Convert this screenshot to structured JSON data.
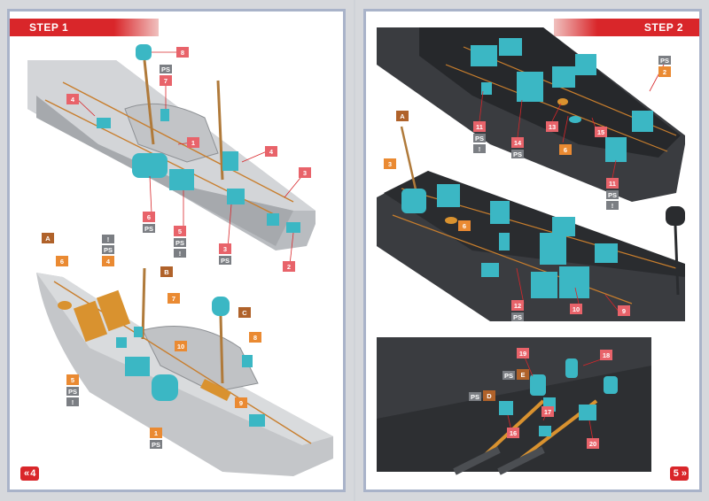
{
  "pages": {
    "left": {
      "step": "STEP 1",
      "page_number": "4",
      "prev_icon": "«"
    },
    "right": {
      "step": "STEP 2",
      "page_number": "5",
      "next_icon": "»"
    }
  },
  "tags": {
    "s1_8": "8",
    "s1_ps_a": "PS",
    "s1_7": "7",
    "s1_4a": "4",
    "s1_1": "1",
    "s1_4b": "4",
    "s1_3a": "3",
    "s1_6": "6",
    "s1_ps_b": "PS",
    "s1_5": "5",
    "s1_ps_c": "PS",
    "s1_ex_a": "!",
    "s1_3b": "3",
    "s1_ps_d": "PS",
    "s1_2": "2",
    "s1_A": "A",
    "s1_6o": "6",
    "s1_ex_b": "!",
    "s1_ps_e": "PS",
    "s1_4o": "4",
    "s1_B": "B",
    "s1_7o": "7",
    "s1_C": "C",
    "s1_10": "10",
    "s1_8o": "8",
    "s1_5o": "5",
    "s1_ps_f": "PS",
    "s1_ex_c": "!",
    "s1_9": "9",
    "s1_1o": "1",
    "s1_ps_g": "PS",
    "s2_ps_a": "PS",
    "s2_2": "2",
    "s2_11a": "11",
    "s2_ps_b": "PS",
    "s2_ex_a": "!",
    "s2_14": "14",
    "s2_ps_c": "PS",
    "s2_13": "13",
    "s2_6a": "6",
    "s2_15": "15",
    "s2_11b": "11",
    "s2_ps_d": "PS",
    "s2_ex_b": "!",
    "s2_A": "A",
    "s2_3": "3",
    "s2_6b": "6",
    "s2_12": "12",
    "s2_ps_e": "PS",
    "s2_10": "10",
    "s2_9": "9",
    "s2_19": "19",
    "s2_18": "18",
    "s2_ps_f": "PS",
    "s2_E": "E",
    "s2_ps_g": "PS",
    "s2_D": "D",
    "s2_17": "17",
    "s2_16": "16",
    "s2_20": "20"
  },
  "colors": {
    "red": "#d9262a",
    "pink": "#e8636a",
    "orange": "#ea8a32",
    "gray": "#7b7e83",
    "hull_light": "#c9cbce",
    "hull_dark": "#2f3134",
    "teal": "#3bb7c4",
    "wood": "#d9922f"
  }
}
